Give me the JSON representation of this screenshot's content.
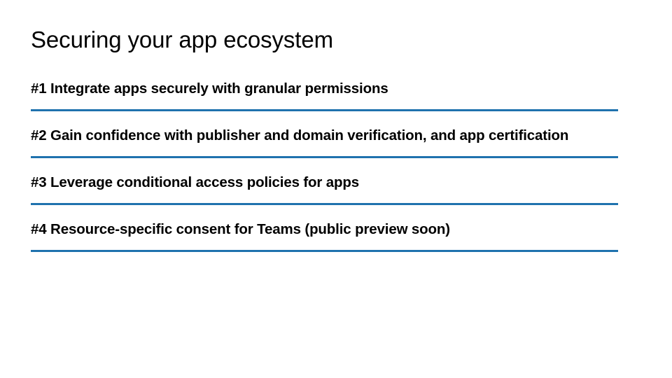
{
  "slide": {
    "title": "Securing your app ecosystem",
    "accent_color": "#1F72AE",
    "text_color": "#000000",
    "background_color": "#FFFFFF",
    "points": [
      {
        "label": "#1 Integrate apps securely with granular permissions"
      },
      {
        "label": "#2 Gain confidence with publisher and domain verification, and app certification"
      },
      {
        "label": "#3 Leverage conditional access policies for apps"
      },
      {
        "label": "#4 Resource-specific consent for Teams (public preview soon)"
      }
    ]
  }
}
